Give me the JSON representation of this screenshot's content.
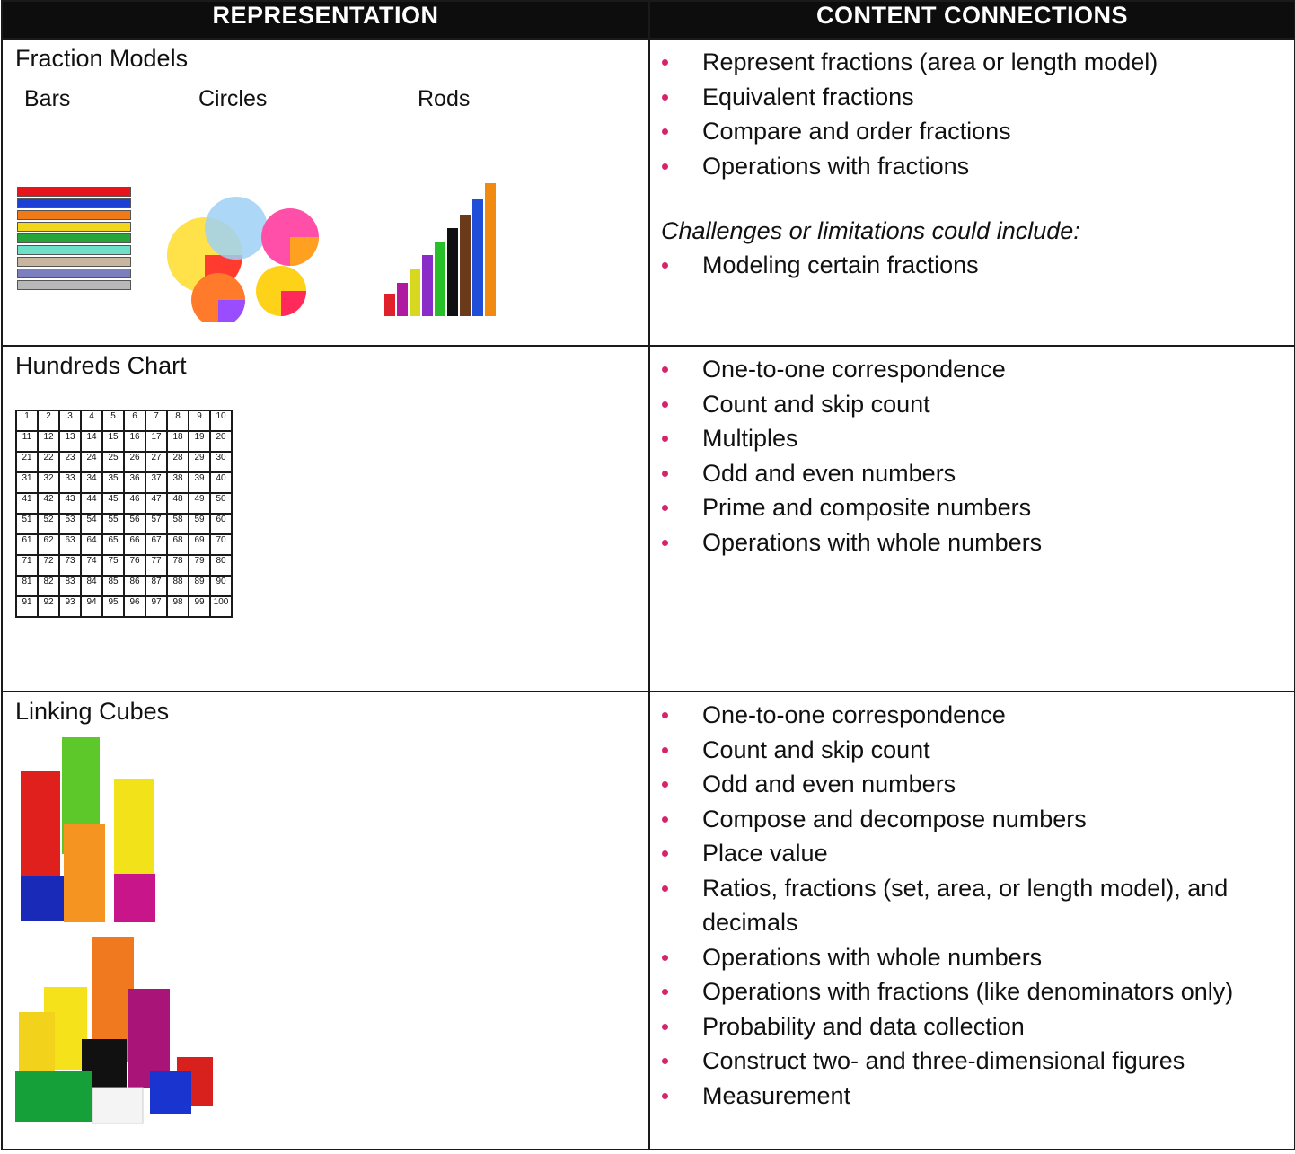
{
  "header": {
    "representation": "REPRESENTATION",
    "content_connections": "CONTENT CONNECTIONS"
  },
  "rows": [
    {
      "title": "Fraction Models",
      "sublabels": [
        "Bars",
        "Circles",
        "Rods"
      ],
      "items": [
        "Represent fractions (area or length model)",
        "Equivalent fractions",
        "Compare and order fractions",
        "Operations with fractions"
      ],
      "challenge_label": "Challenges or limitations could include:",
      "challenge_items": [
        "Modeling  certain fractions"
      ]
    },
    {
      "title": "Hundreds Chart",
      "items": [
        "One-to-one correspondence",
        "Count and skip count",
        "Multiples",
        "Odd and even numbers",
        "Prime and composite numbers",
        "Operations with whole numbers"
      ]
    },
    {
      "title": "Linking Cubes",
      "items": [
        "One-to-one correspondence",
        "Count and skip count",
        "Odd and even numbers",
        "Compose and decompose numbers",
        "Place value",
        "Ratios, fractions (set, area, or length model), and decimals",
        "Operations with whole numbers",
        "Operations with fractions (like denominators only)",
        "Probability and data collection",
        "Construct two- and three-dimensional figures",
        "Measurement"
      ]
    }
  ],
  "colors": {
    "header_bg": "#0d0d0d",
    "bullet": "#d4246c"
  }
}
